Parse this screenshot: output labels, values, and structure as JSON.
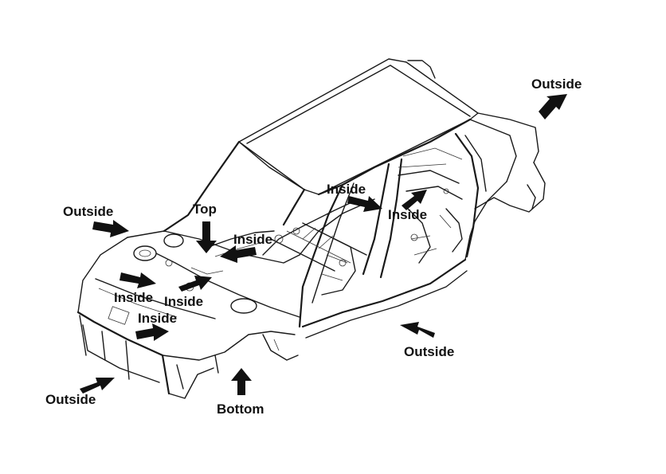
{
  "labels": {
    "outside_rear": "Outside",
    "outside_front_left": "Outside",
    "top": "Top",
    "inside_center": "Inside",
    "inside_upper": "Inside",
    "inside_rear": "Inside",
    "inside_front_1": "Inside",
    "inside_front_2": "Inside",
    "inside_front_3": "Inside",
    "outside_side": "Outside",
    "outside_front_bottom": "Outside",
    "bottom": "Bottom"
  }
}
